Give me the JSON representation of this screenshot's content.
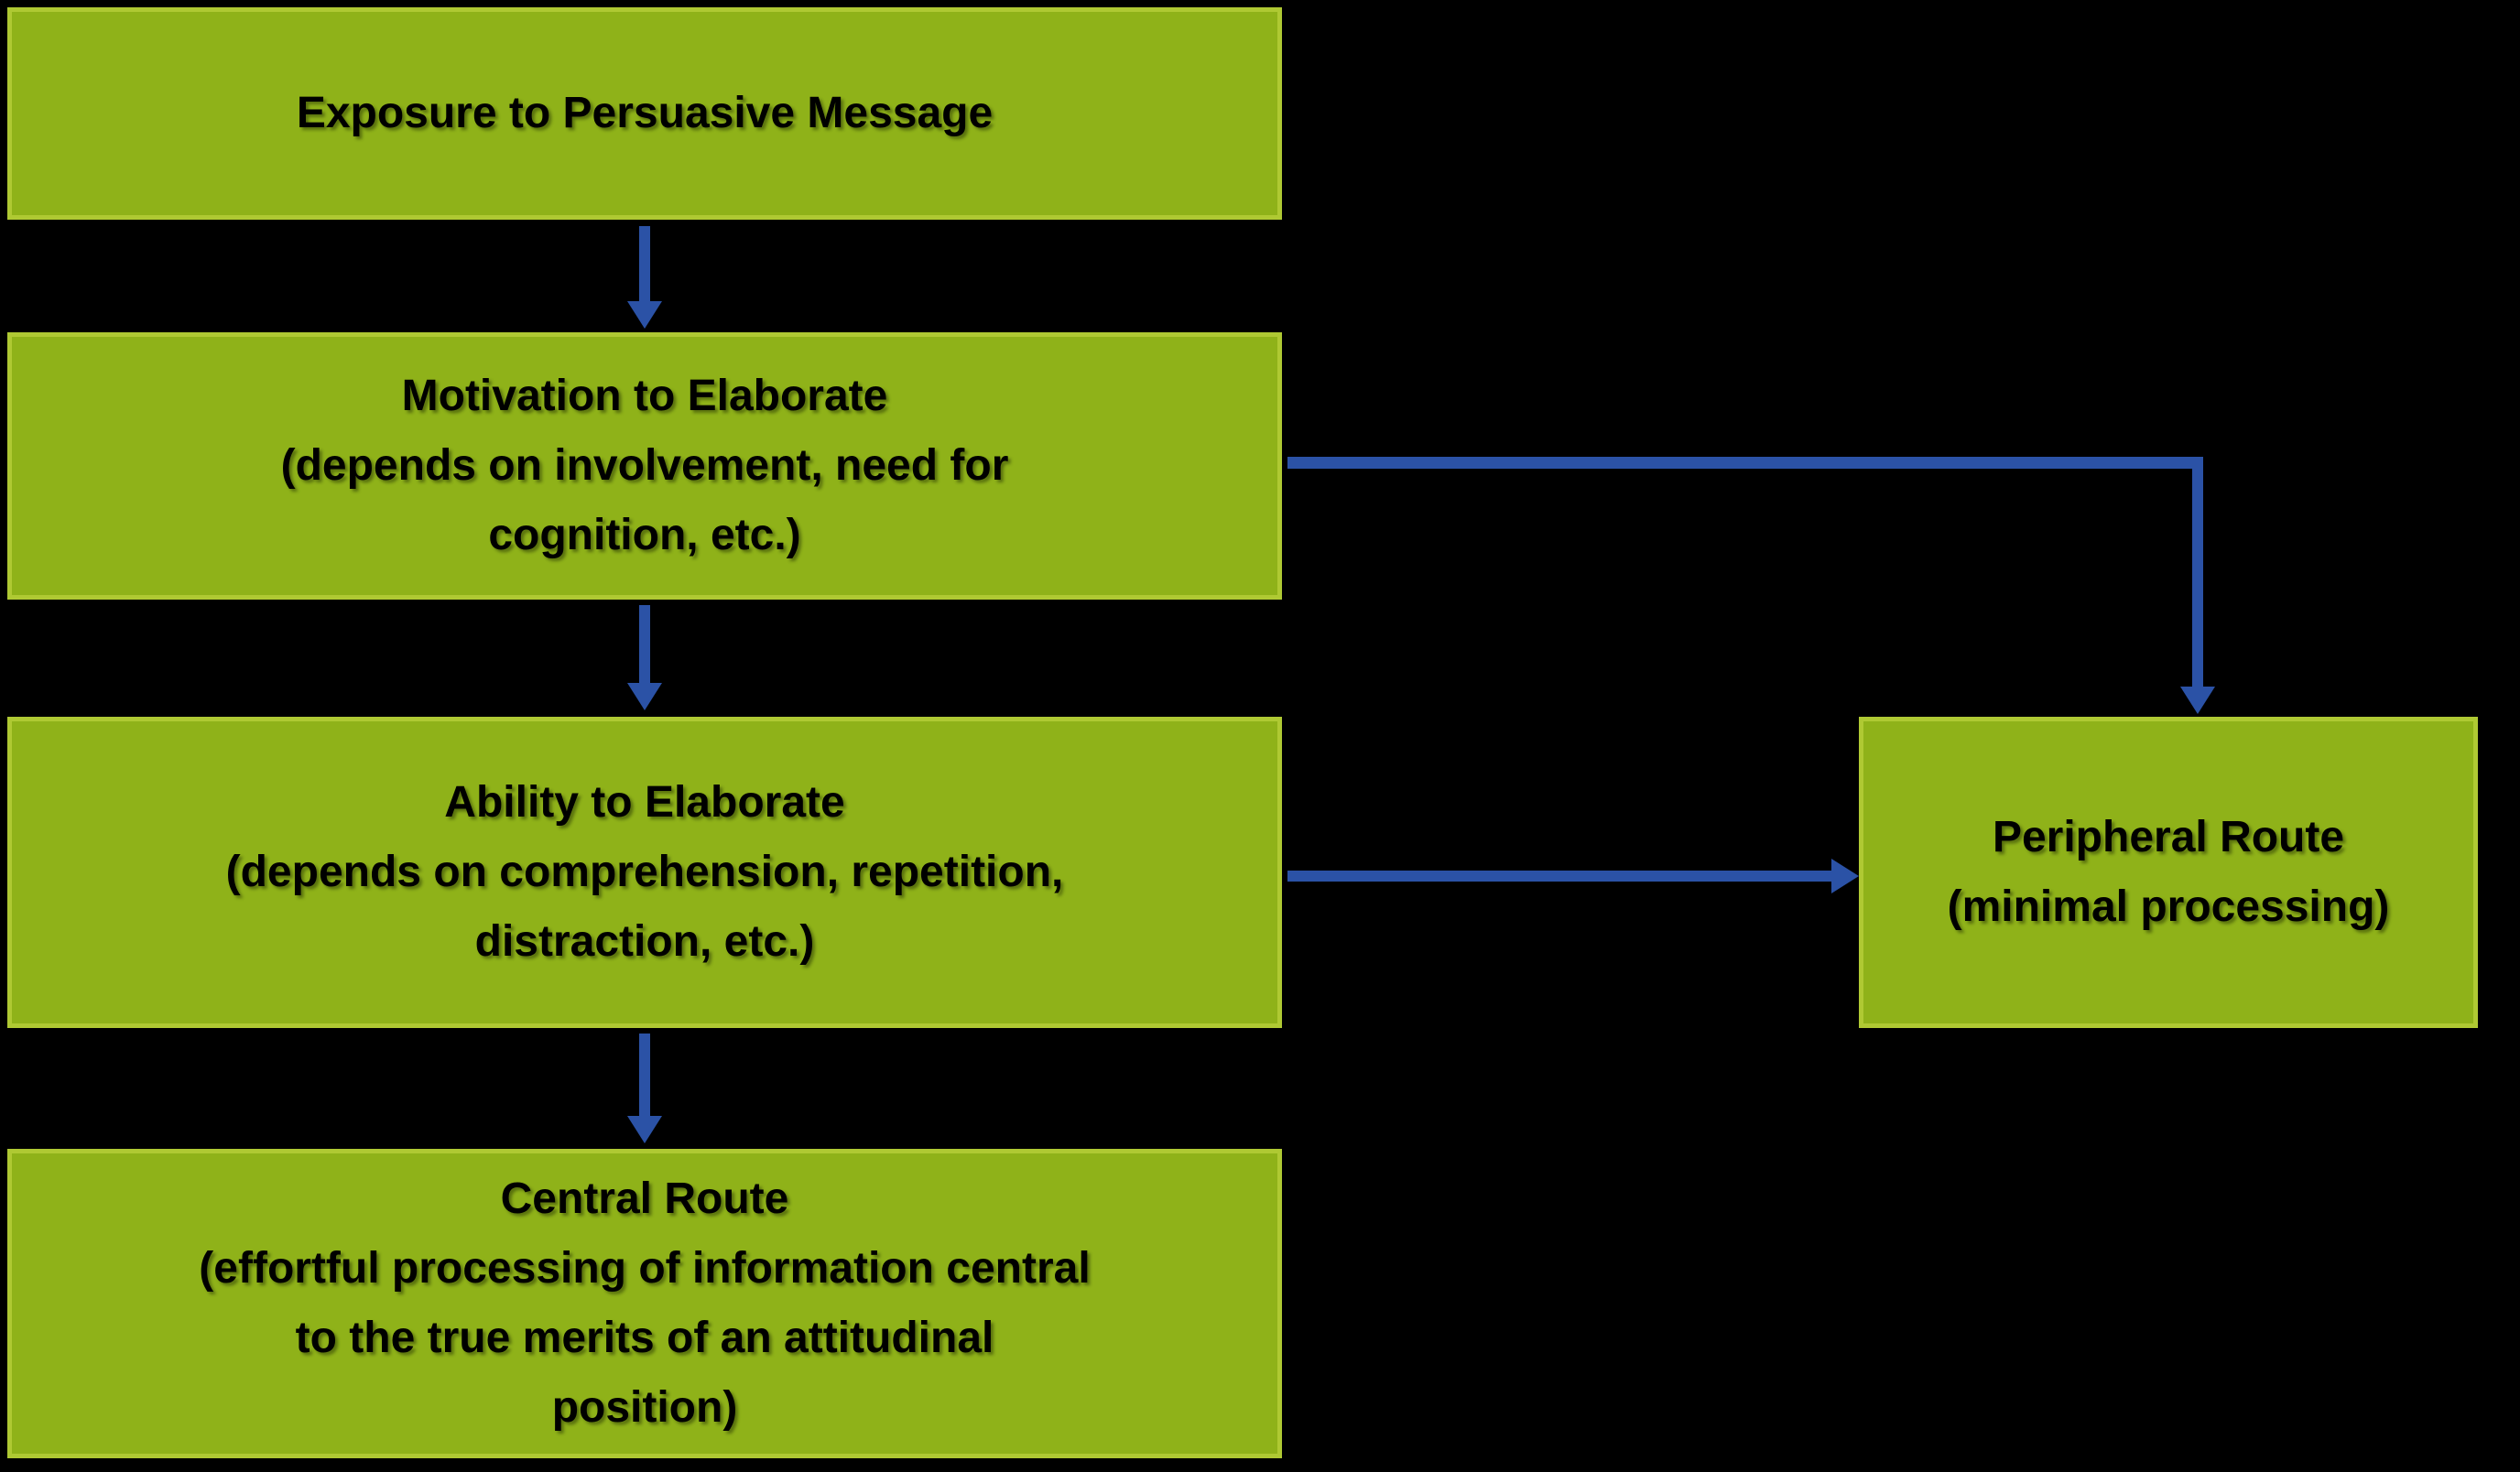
{
  "colors": {
    "background": "#000000",
    "box_fill": "#8FB219",
    "box_border": "#AFC933",
    "arrow": "#2B52A6",
    "text": "#000000"
  },
  "boxes": {
    "exposure": {
      "lines": [
        "Exposure to Persuasive Message"
      ]
    },
    "motivation": {
      "lines": [
        "Motivation to Elaborate",
        "(depends on involvement, need for",
        "cognition, etc.)"
      ]
    },
    "ability": {
      "lines": [
        "Ability to Elaborate",
        "(depends on comprehension, repetition,",
        "distraction, etc.)"
      ]
    },
    "central": {
      "lines": [
        "Central Route",
        "(effortful processing of information central",
        "to the true merits of an attitudinal",
        "position)"
      ]
    },
    "peripheral": {
      "lines": [
        "Peripheral Route",
        "(minimal processing)"
      ]
    }
  },
  "connections": [
    {
      "from": "Exposure to Persuasive Message",
      "to": "Motivation to Elaborate"
    },
    {
      "from": "Motivation to Elaborate",
      "to": "Ability to Elaborate"
    },
    {
      "from": "Motivation to Elaborate",
      "to": "Peripheral Route"
    },
    {
      "from": "Ability to Elaborate",
      "to": "Central Route"
    },
    {
      "from": "Ability to Elaborate",
      "to": "Peripheral Route"
    }
  ]
}
